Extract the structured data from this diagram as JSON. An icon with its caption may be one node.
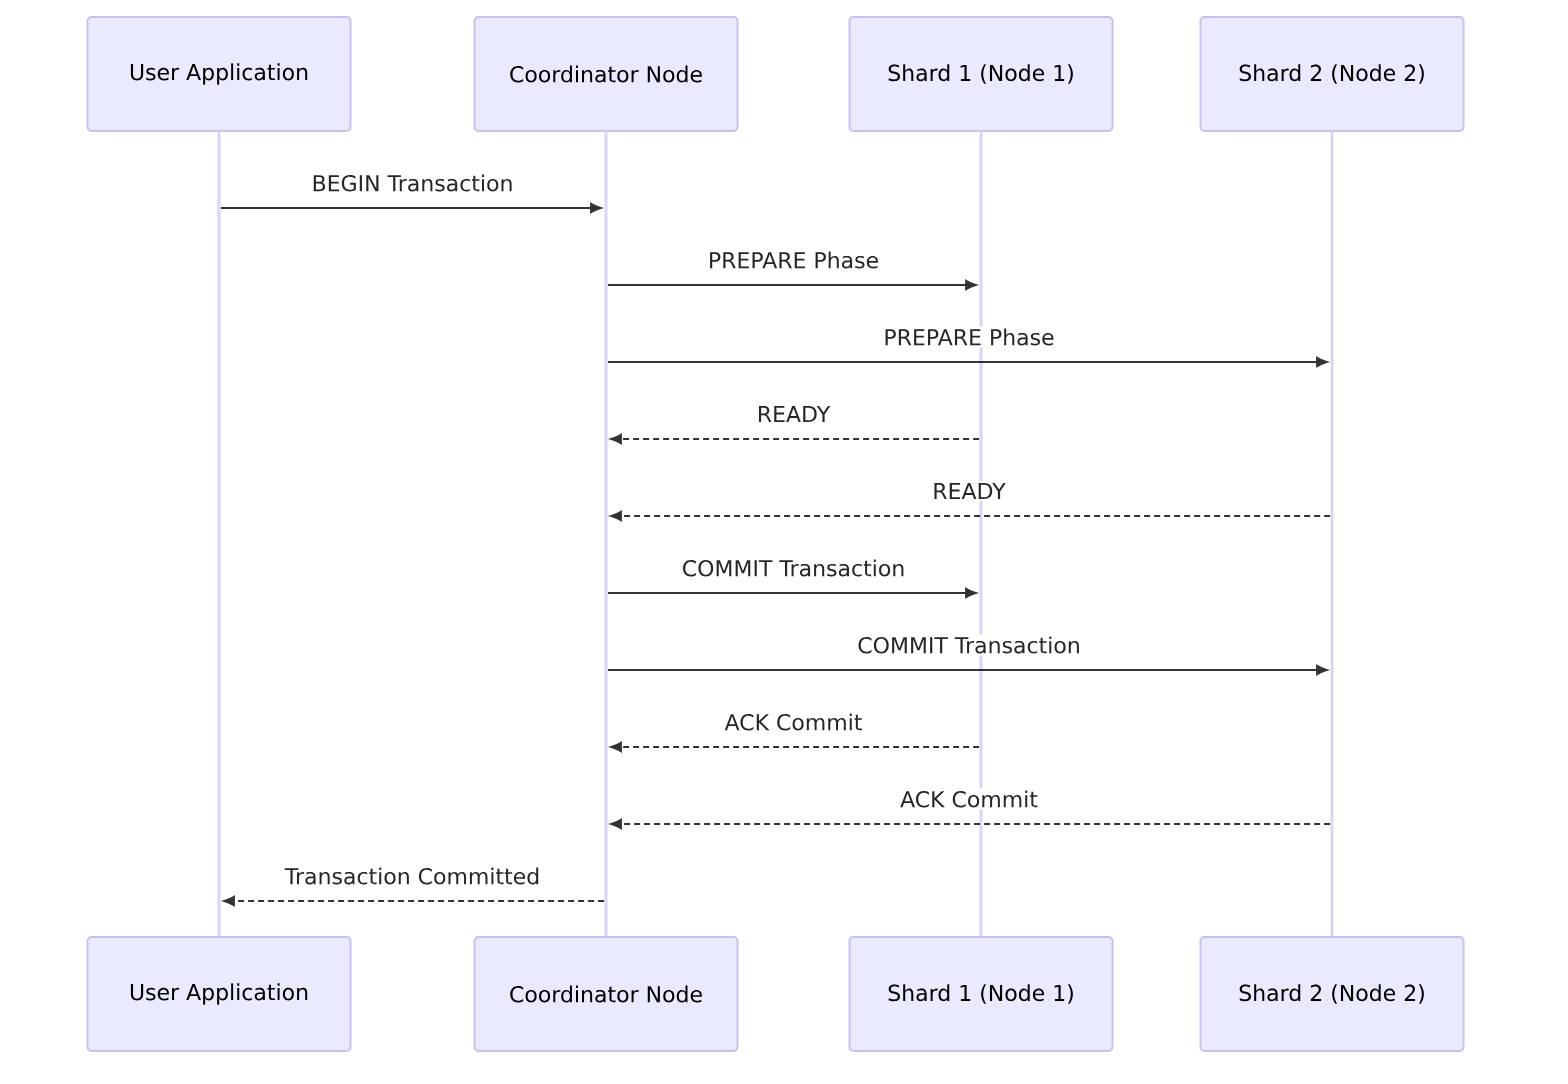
{
  "diagram": {
    "nodes": [
      {
        "text": [
          "User Application"
        ]
      },
      {
        "text": [
          "Coordinator Node"
        ]
      },
      {
        "text": [
          "Shard 1 (Node 1)"
        ]
      },
      {
        "text": [
          "Shard 2 (Node 2)"
        ]
      },
      {
        "text": [],
        "shape": "bar"
      },
      {
        "text": [],
        "shape": "bar"
      },
      {
        "text": [],
        "shape": "bar"
      },
      {
        "text": [],
        "shape": "bar"
      },
      {
        "text": [
          "User Application"
        ]
      },
      {
        "text": [
          "Coordinator Node"
        ]
      },
      {
        "text": [
          "Shard 1 (Node 1)"
        ]
      },
      {
        "text": [
          "Shard 2 (Node 2)"
        ]
      }
    ],
    "edges": [
      {
        "from": 4,
        "to": 5,
        "arrow": "to",
        "label": "BEGIN Transaction"
      },
      {
        "from": 5,
        "to": 6,
        "arrow": "to",
        "label": "PREPARE Phase"
      },
      {
        "from": 5,
        "to": 7,
        "arrow": "to",
        "label": "PREPARE Phase"
      },
      {
        "from": 6,
        "to": 5,
        "arrow": "to",
        "label": "READY",
        "style": "dashed"
      },
      {
        "from": 7,
        "to": 5,
        "arrow": "to",
        "label": "READY",
        "style": "dashed"
      },
      {
        "from": 5,
        "to": 6,
        "arrow": "to",
        "label": "COMMIT Transaction"
      },
      {
        "from": 5,
        "to": 7,
        "arrow": "to",
        "label": "COMMIT Transaction"
      },
      {
        "from": 6,
        "to": 5,
        "arrow": "to",
        "label": "ACK Commit",
        "style": "dashed"
      },
      {
        "from": 7,
        "to": 5,
        "arrow": "to",
        "label": "ACK Commit",
        "style": "dashed"
      },
      {
        "from": 5,
        "to": 4,
        "arrow": "to",
        "label": "Transaction Committed",
        "style": "dashed"
      }
    ]
  }
}
